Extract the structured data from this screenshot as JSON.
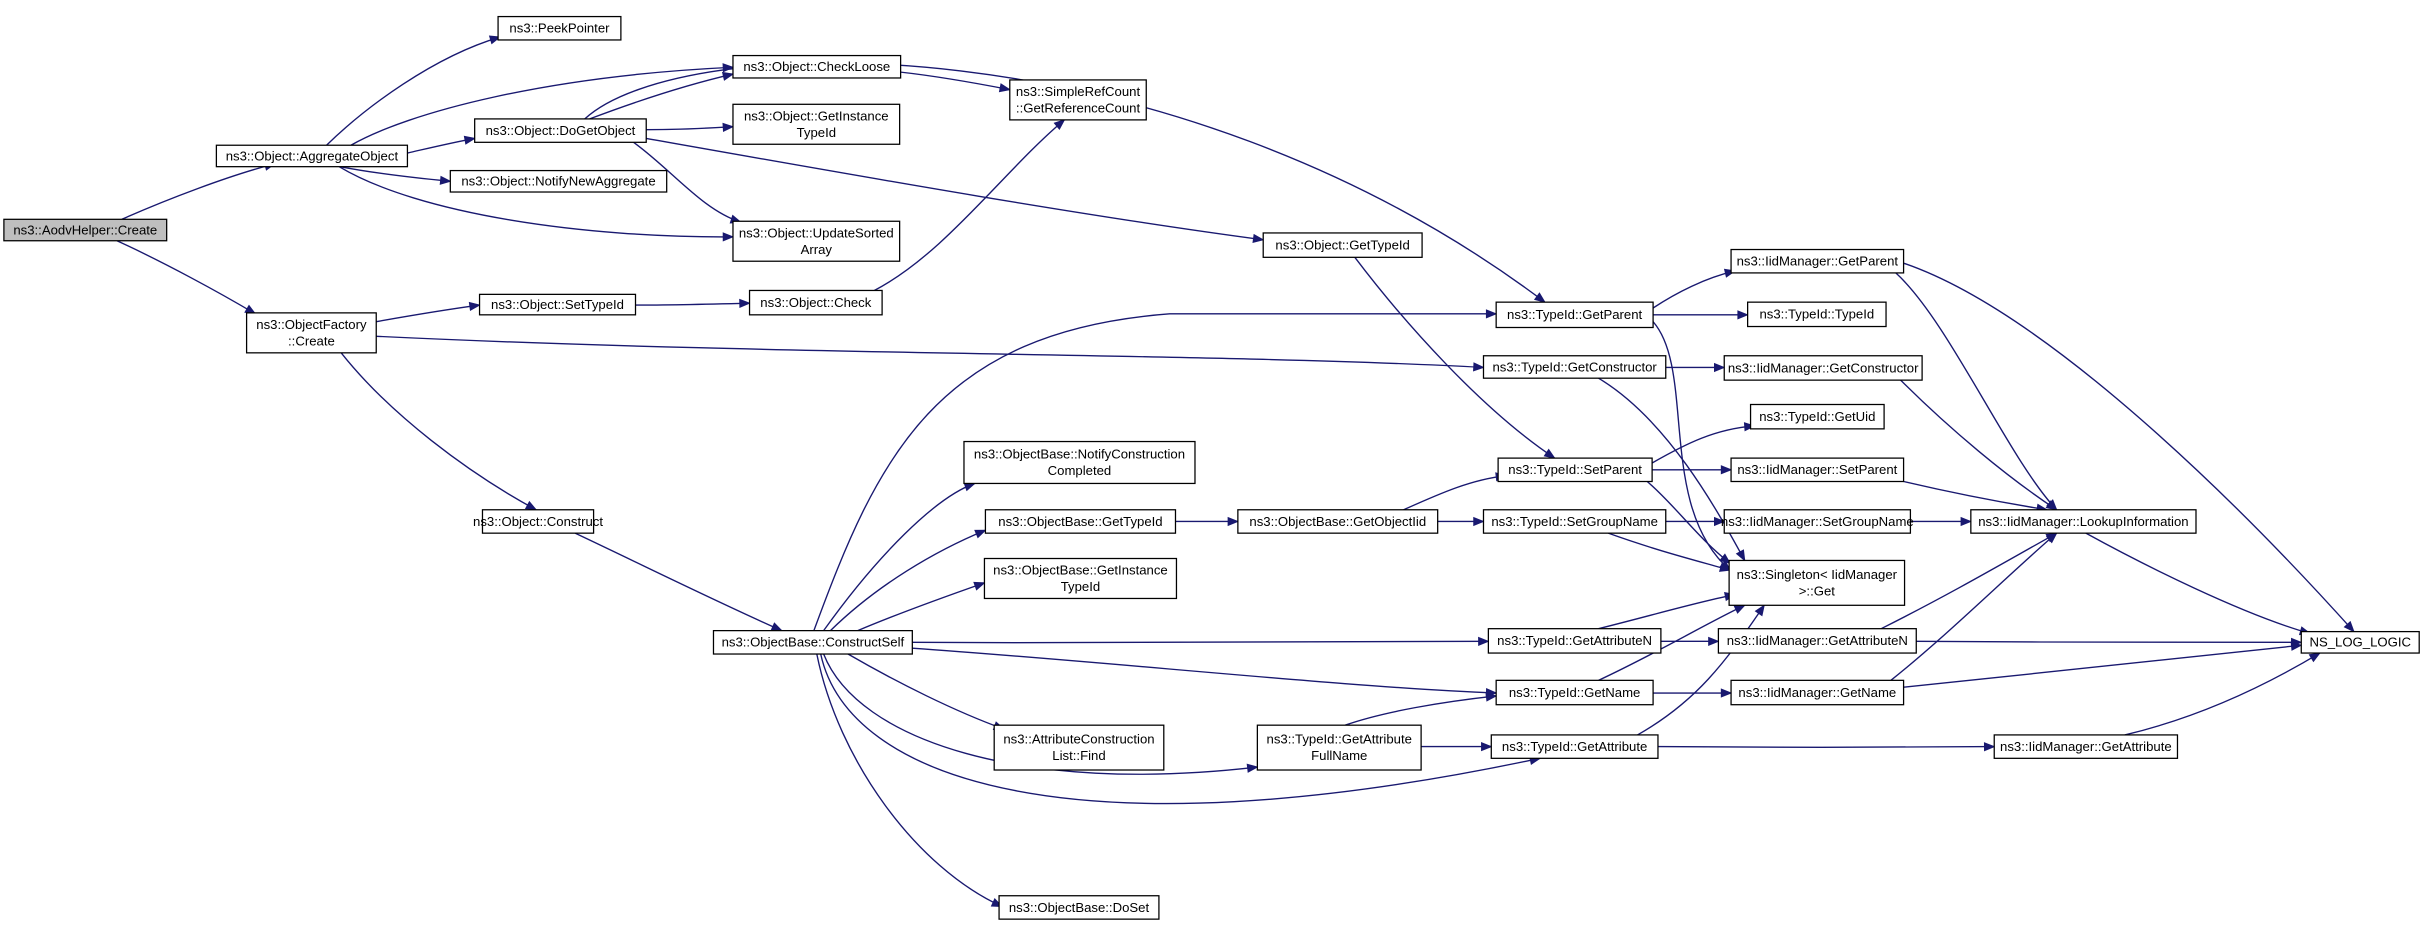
{
  "colors": {
    "edge": "#191970",
    "node_border": "#000000",
    "root_fill": "#bfbfbf",
    "node_fill": "#ffffff"
  },
  "nodes": [
    {
      "id": "create",
      "lines": [
        "ns3::AodvHelper::Create"
      ],
      "root": true
    },
    {
      "id": "aggregate",
      "lines": [
        "ns3::Object::AggregateObject"
      ]
    },
    {
      "id": "factory",
      "lines": [
        "ns3::ObjectFactory",
        "::Create"
      ]
    },
    {
      "id": "peek",
      "lines": [
        "ns3::PeekPointer"
      ]
    },
    {
      "id": "checkloose",
      "lines": [
        "ns3::Object::CheckLoose"
      ]
    },
    {
      "id": "dogetobject",
      "lines": [
        "ns3::Object::DoGetObject"
      ]
    },
    {
      "id": "notifynewagg",
      "lines": [
        "ns3::Object::NotifyNewAggregate"
      ]
    },
    {
      "id": "updatesorted",
      "lines": [
        "ns3::Object::UpdateSorted",
        "Array"
      ]
    },
    {
      "id": "getinstance",
      "lines": [
        "ns3::Object::GetInstance",
        "TypeId"
      ]
    },
    {
      "id": "refcount",
      "lines": [
        "ns3::SimpleRefCount",
        "::GetReferenceCount"
      ]
    },
    {
      "id": "obj_gettypeid",
      "lines": [
        "ns3::Object::GetTypeId"
      ]
    },
    {
      "id": "settypeid",
      "lines": [
        "ns3::Object::SetTypeId"
      ]
    },
    {
      "id": "check",
      "lines": [
        "ns3::Object::Check"
      ]
    },
    {
      "id": "construct",
      "lines": [
        "ns3::Object::Construct"
      ]
    },
    {
      "id": "constructself",
      "lines": [
        "ns3::ObjectBase::ConstructSelf"
      ]
    },
    {
      "id": "notifyconstruction",
      "lines": [
        "ns3::ObjectBase::NotifyConstruction",
        "Completed"
      ]
    },
    {
      "id": "ob_gettypeid",
      "lines": [
        "ns3::ObjectBase::GetTypeId"
      ]
    },
    {
      "id": "ob_getinstance",
      "lines": [
        "ns3::ObjectBase::GetInstance",
        "TypeId"
      ]
    },
    {
      "id": "acl_find",
      "lines": [
        "ns3::AttributeConstruction",
        "List::Find"
      ]
    },
    {
      "id": "doset",
      "lines": [
        "ns3::ObjectBase::DoSet"
      ]
    },
    {
      "id": "getobjectiid",
      "lines": [
        "ns3::ObjectBase::GetObjectIid"
      ]
    },
    {
      "id": "getattrfullname",
      "lines": [
        "ns3::TypeId::GetAttribute",
        "FullName"
      ]
    },
    {
      "id": "t_getparent",
      "lines": [
        "ns3::TypeId::GetParent"
      ]
    },
    {
      "id": "t_getconstructor",
      "lines": [
        "ns3::TypeId::GetConstructor"
      ]
    },
    {
      "id": "t_setparent",
      "lines": [
        "ns3::TypeId::SetParent"
      ]
    },
    {
      "id": "t_setgroupname",
      "lines": [
        "ns3::TypeId::SetGroupName"
      ]
    },
    {
      "id": "t_getattributen",
      "lines": [
        "ns3::TypeId::GetAttributeN"
      ]
    },
    {
      "id": "t_getname",
      "lines": [
        "ns3::TypeId::GetName"
      ]
    },
    {
      "id": "t_getattribute",
      "lines": [
        "ns3::TypeId::GetAttribute"
      ]
    },
    {
      "id": "i_getparent",
      "lines": [
        "ns3::IidManager::GetParent"
      ]
    },
    {
      "id": "t_typeid",
      "lines": [
        "ns3::TypeId::TypeId"
      ]
    },
    {
      "id": "i_getconstructor",
      "lines": [
        "ns3::IidManager::GetConstructor"
      ]
    },
    {
      "id": "t_getuid",
      "lines": [
        "ns3::TypeId::GetUid"
      ]
    },
    {
      "id": "i_setparent",
      "lines": [
        "ns3::IidManager::SetParent"
      ]
    },
    {
      "id": "i_setgroupname",
      "lines": [
        "ns3::IidManager::SetGroupName"
      ]
    },
    {
      "id": "singleton",
      "lines": [
        "ns3::Singleton< IidManager",
        " >::Get"
      ]
    },
    {
      "id": "i_getattributen",
      "lines": [
        "ns3::IidManager::GetAttributeN"
      ]
    },
    {
      "id": "i_getname",
      "lines": [
        "ns3::IidManager::GetName"
      ]
    },
    {
      "id": "i_getattribute",
      "lines": [
        "ns3::IidManager::GetAttribute"
      ]
    },
    {
      "id": "lookup",
      "lines": [
        "ns3::IidManager::LookupInformation"
      ]
    },
    {
      "id": "nslog",
      "lines": [
        "NS_LOG_LOGIC"
      ]
    }
  ],
  "edges": [
    [
      "create",
      "aggregate"
    ],
    [
      "create",
      "factory"
    ],
    [
      "aggregate",
      "peek"
    ],
    [
      "aggregate",
      "checkloose"
    ],
    [
      "aggregate",
      "dogetobject"
    ],
    [
      "aggregate",
      "notifynewagg"
    ],
    [
      "aggregate",
      "updatesorted"
    ],
    [
      "dogetobject",
      "checkloose"
    ],
    [
      "dogetobject",
      "getinstance"
    ],
    [
      "dogetobject",
      "updatesorted"
    ],
    [
      "dogetobject",
      "obj_gettypeid"
    ],
    [
      "dogetobject",
      "t_getparent"
    ],
    [
      "checkloose",
      "refcount"
    ],
    [
      "check",
      "refcount"
    ],
    [
      "factory",
      "settypeid"
    ],
    [
      "factory",
      "t_getconstructor"
    ],
    [
      "factory",
      "construct"
    ],
    [
      "settypeid",
      "check"
    ],
    [
      "obj_gettypeid",
      "t_setparent"
    ],
    [
      "construct",
      "constructself"
    ],
    [
      "constructself",
      "t_getparent"
    ],
    [
      "constructself",
      "notifyconstruction"
    ],
    [
      "constructself",
      "ob_gettypeid"
    ],
    [
      "constructself",
      "ob_getinstance"
    ],
    [
      "constructself",
      "t_getattributen"
    ],
    [
      "constructself",
      "t_getname"
    ],
    [
      "constructself",
      "acl_find"
    ],
    [
      "constructself",
      "getattrfullname"
    ],
    [
      "constructself",
      "t_getattribute"
    ],
    [
      "constructself",
      "doset"
    ],
    [
      "ob_gettypeid",
      "getobjectiid"
    ],
    [
      "getobjectiid",
      "t_setparent"
    ],
    [
      "getobjectiid",
      "t_setgroupname"
    ],
    [
      "getattrfullname",
      "t_getname"
    ],
    [
      "getattrfullname",
      "t_getattribute"
    ],
    [
      "t_getparent",
      "i_getparent"
    ],
    [
      "t_getparent",
      "t_typeid"
    ],
    [
      "t_getparent",
      "singleton"
    ],
    [
      "t_getconstructor",
      "i_getconstructor"
    ],
    [
      "t_getconstructor",
      "singleton"
    ],
    [
      "t_setparent",
      "t_getuid"
    ],
    [
      "t_setparent",
      "i_setparent"
    ],
    [
      "t_setparent",
      "singleton"
    ],
    [
      "t_setgroupname",
      "i_setgroupname"
    ],
    [
      "t_setgroupname",
      "singleton"
    ],
    [
      "t_getattributen",
      "singleton"
    ],
    [
      "t_getattributen",
      "i_getattributen"
    ],
    [
      "t_getname",
      "singleton"
    ],
    [
      "t_getname",
      "i_getname"
    ],
    [
      "t_getattribute",
      "singleton"
    ],
    [
      "t_getattribute",
      "i_getattribute"
    ],
    [
      "i_getparent",
      "lookup"
    ],
    [
      "i_getparent",
      "nslog"
    ],
    [
      "i_getconstructor",
      "lookup"
    ],
    [
      "i_setparent",
      "lookup"
    ],
    [
      "i_setgroupname",
      "lookup"
    ],
    [
      "i_getattributen",
      "lookup"
    ],
    [
      "i_getattributen",
      "nslog"
    ],
    [
      "i_getname",
      "lookup"
    ],
    [
      "i_getname",
      "nslog"
    ],
    [
      "i_getattribute",
      "nslog"
    ],
    [
      "lookup",
      "nslog"
    ]
  ]
}
